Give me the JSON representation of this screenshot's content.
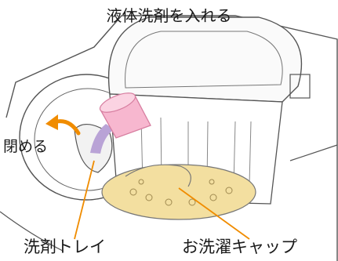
{
  "title": "液体洗剤を入れる",
  "labels": {
    "close": "閉める",
    "detergent_tray": "洗剤トレイ",
    "wash_cap": "お洗濯キャップ"
  },
  "colors": {
    "leader_line": "#f08c00",
    "arrow": "#f08c00",
    "cup": "#f7b7cf",
    "liquid": "#b9a3d6",
    "wash_cap": "#f3dfa0",
    "outline": "#555555"
  }
}
